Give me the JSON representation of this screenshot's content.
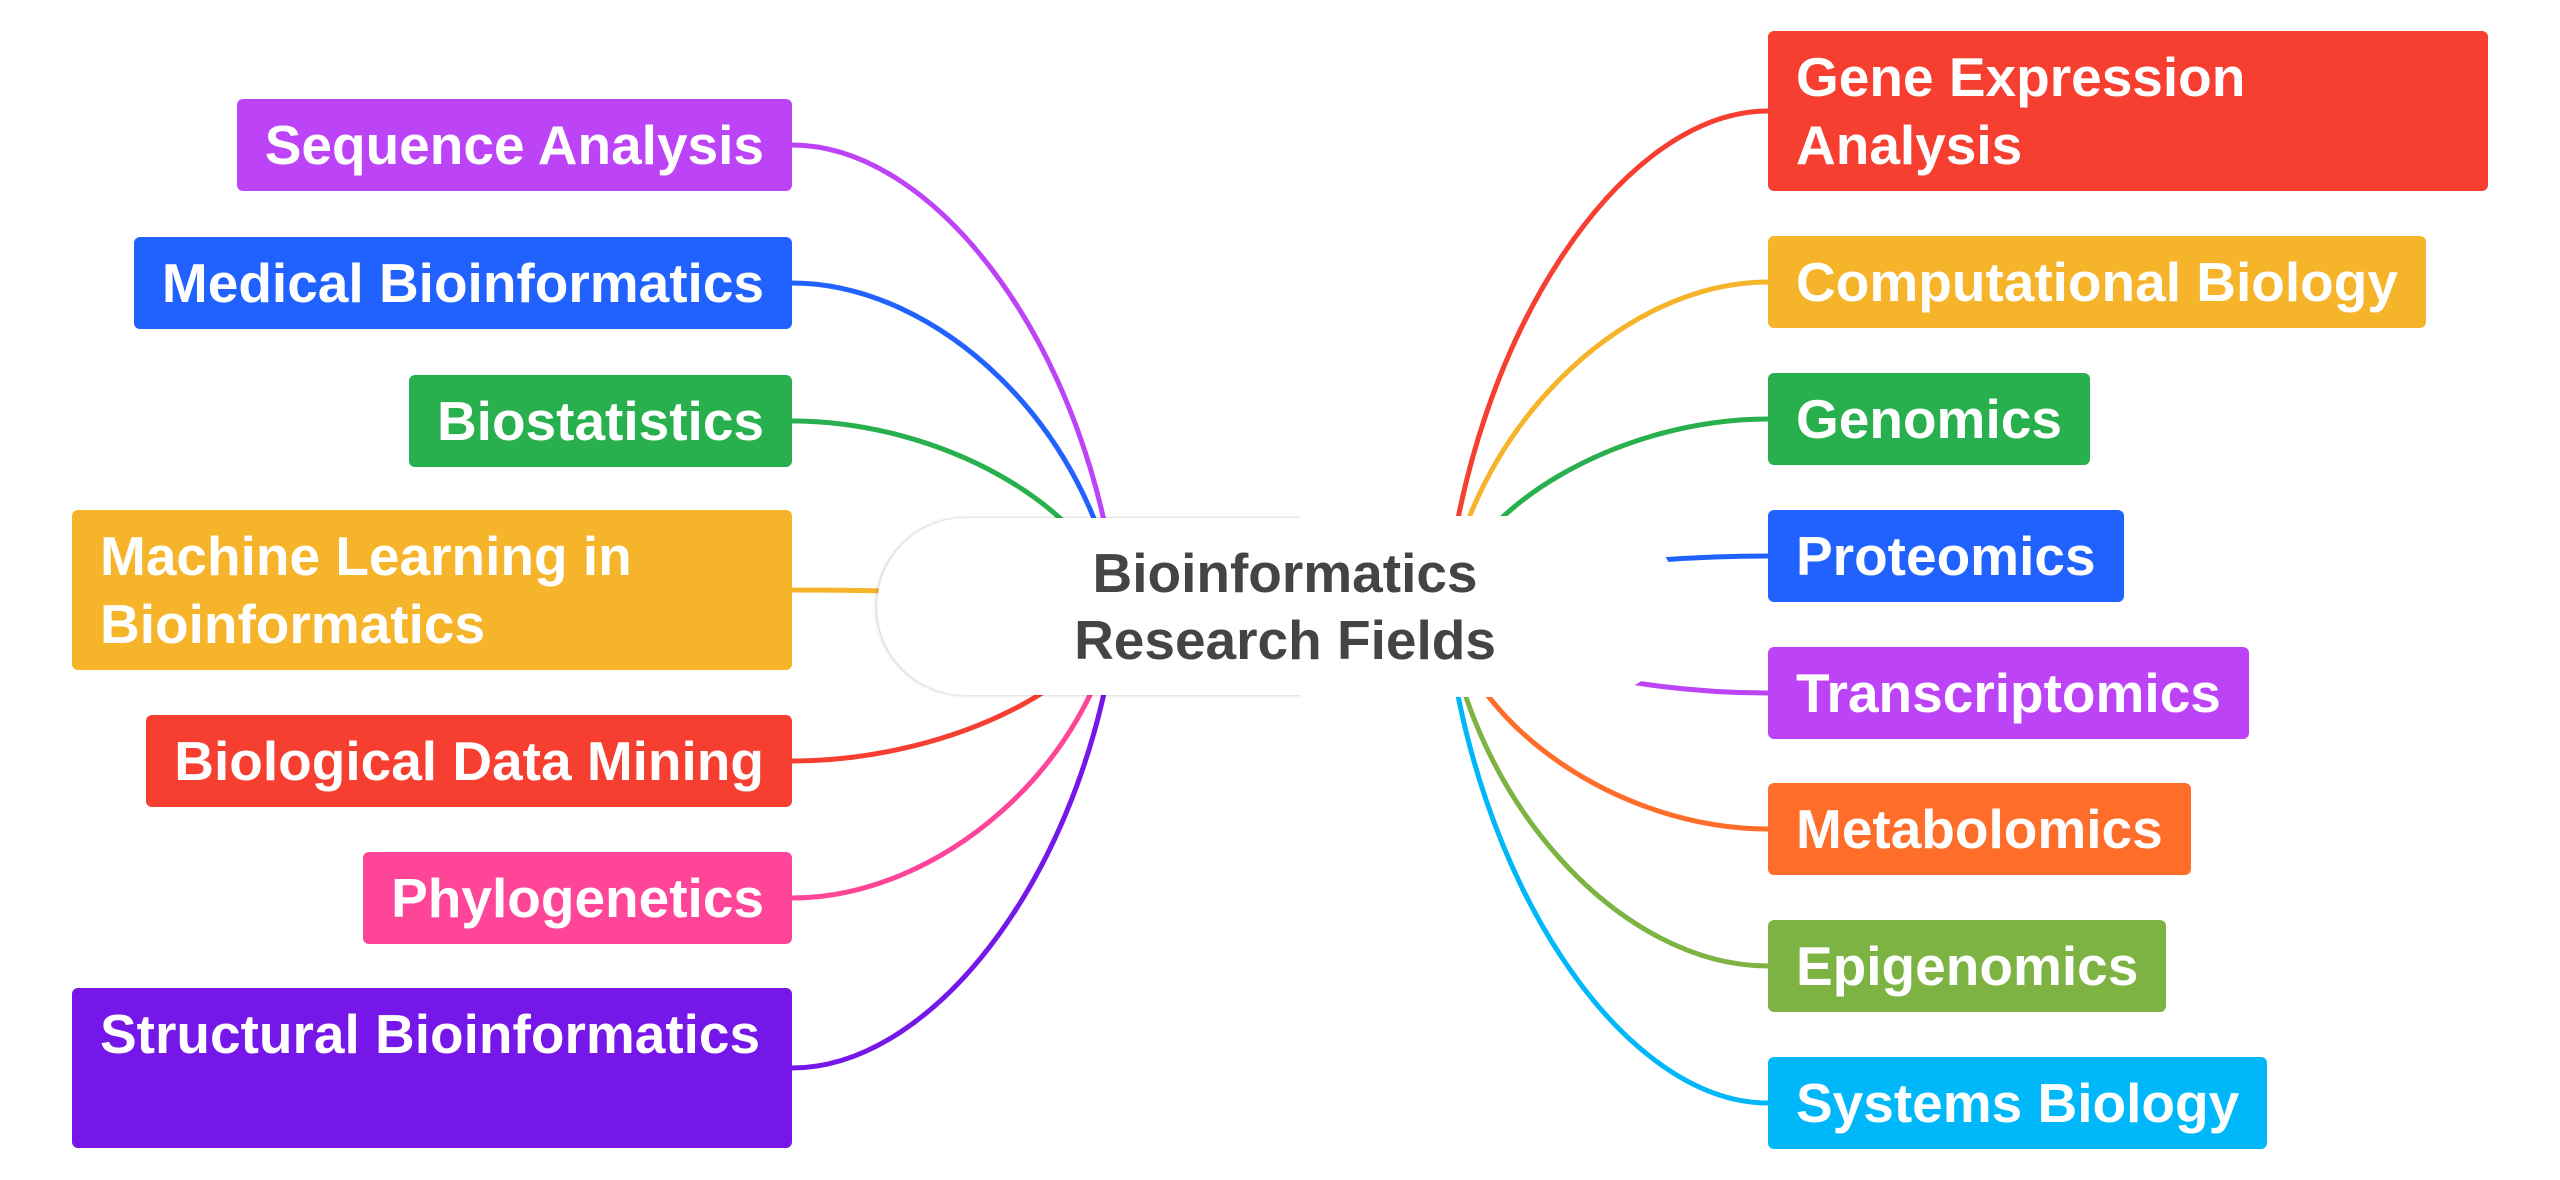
{
  "mindmap": {
    "central_topic": {
      "line1": "Bioinformatics",
      "line2": "Research Fields",
      "text_color": "#444444"
    },
    "left_branches": [
      {
        "label": "Sequence Analysis",
        "color": "#BC44F6"
      },
      {
        "label": "Medical Bioinformatics",
        "color": "#2162FF"
      },
      {
        "label": "Biostatistics",
        "color": "#28B04E"
      },
      {
        "label": "Machine Learning in Bioinformatics",
        "color": "#F6B42B"
      },
      {
        "label": "Biological Data Mining",
        "color": "#F63E31"
      },
      {
        "label": "Phylogenetics",
        "color": "#FF4598"
      },
      {
        "label": "Structural Bioinformatics",
        "color": "#7417E8"
      }
    ],
    "right_branches": [
      {
        "label": "Gene Expression Analysis",
        "color": "#F63E31"
      },
      {
        "label": "Computational Biology",
        "color": "#F6B42B"
      },
      {
        "label": "Genomics",
        "color": "#28B04E"
      },
      {
        "label": "Proteomics",
        "color": "#2162FF"
      },
      {
        "label": "Transcriptomics",
        "color": "#BC44F6"
      },
      {
        "label": "Metabolomics",
        "color": "#FF6D2A"
      },
      {
        "label": "Epigenomics",
        "color": "#7CB342"
      },
      {
        "label": "Systems Biology",
        "color": "#00B8F9"
      }
    ]
  }
}
